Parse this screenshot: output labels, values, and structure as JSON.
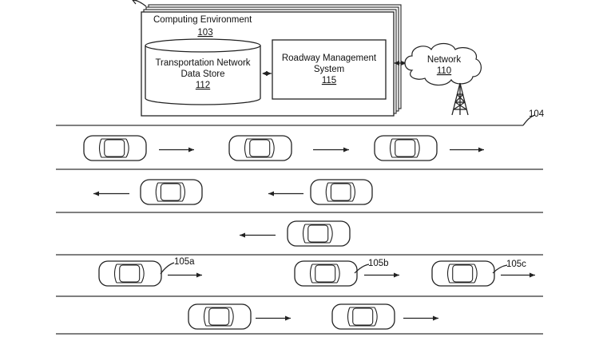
{
  "computing_environment": {
    "label": "Computing Environment",
    "ref": "103"
  },
  "data_store": {
    "line1": "Transportation Network",
    "line2": "Data Store",
    "ref": "112"
  },
  "roadway_system": {
    "line1": "Roadway Management",
    "line2": "System",
    "ref": "115"
  },
  "network": {
    "label": "Network",
    "ref": "110"
  },
  "roadway": {
    "ref": "104"
  },
  "vehicle_refs": {
    "a": "105a",
    "b": "105b",
    "c": "105c"
  }
}
